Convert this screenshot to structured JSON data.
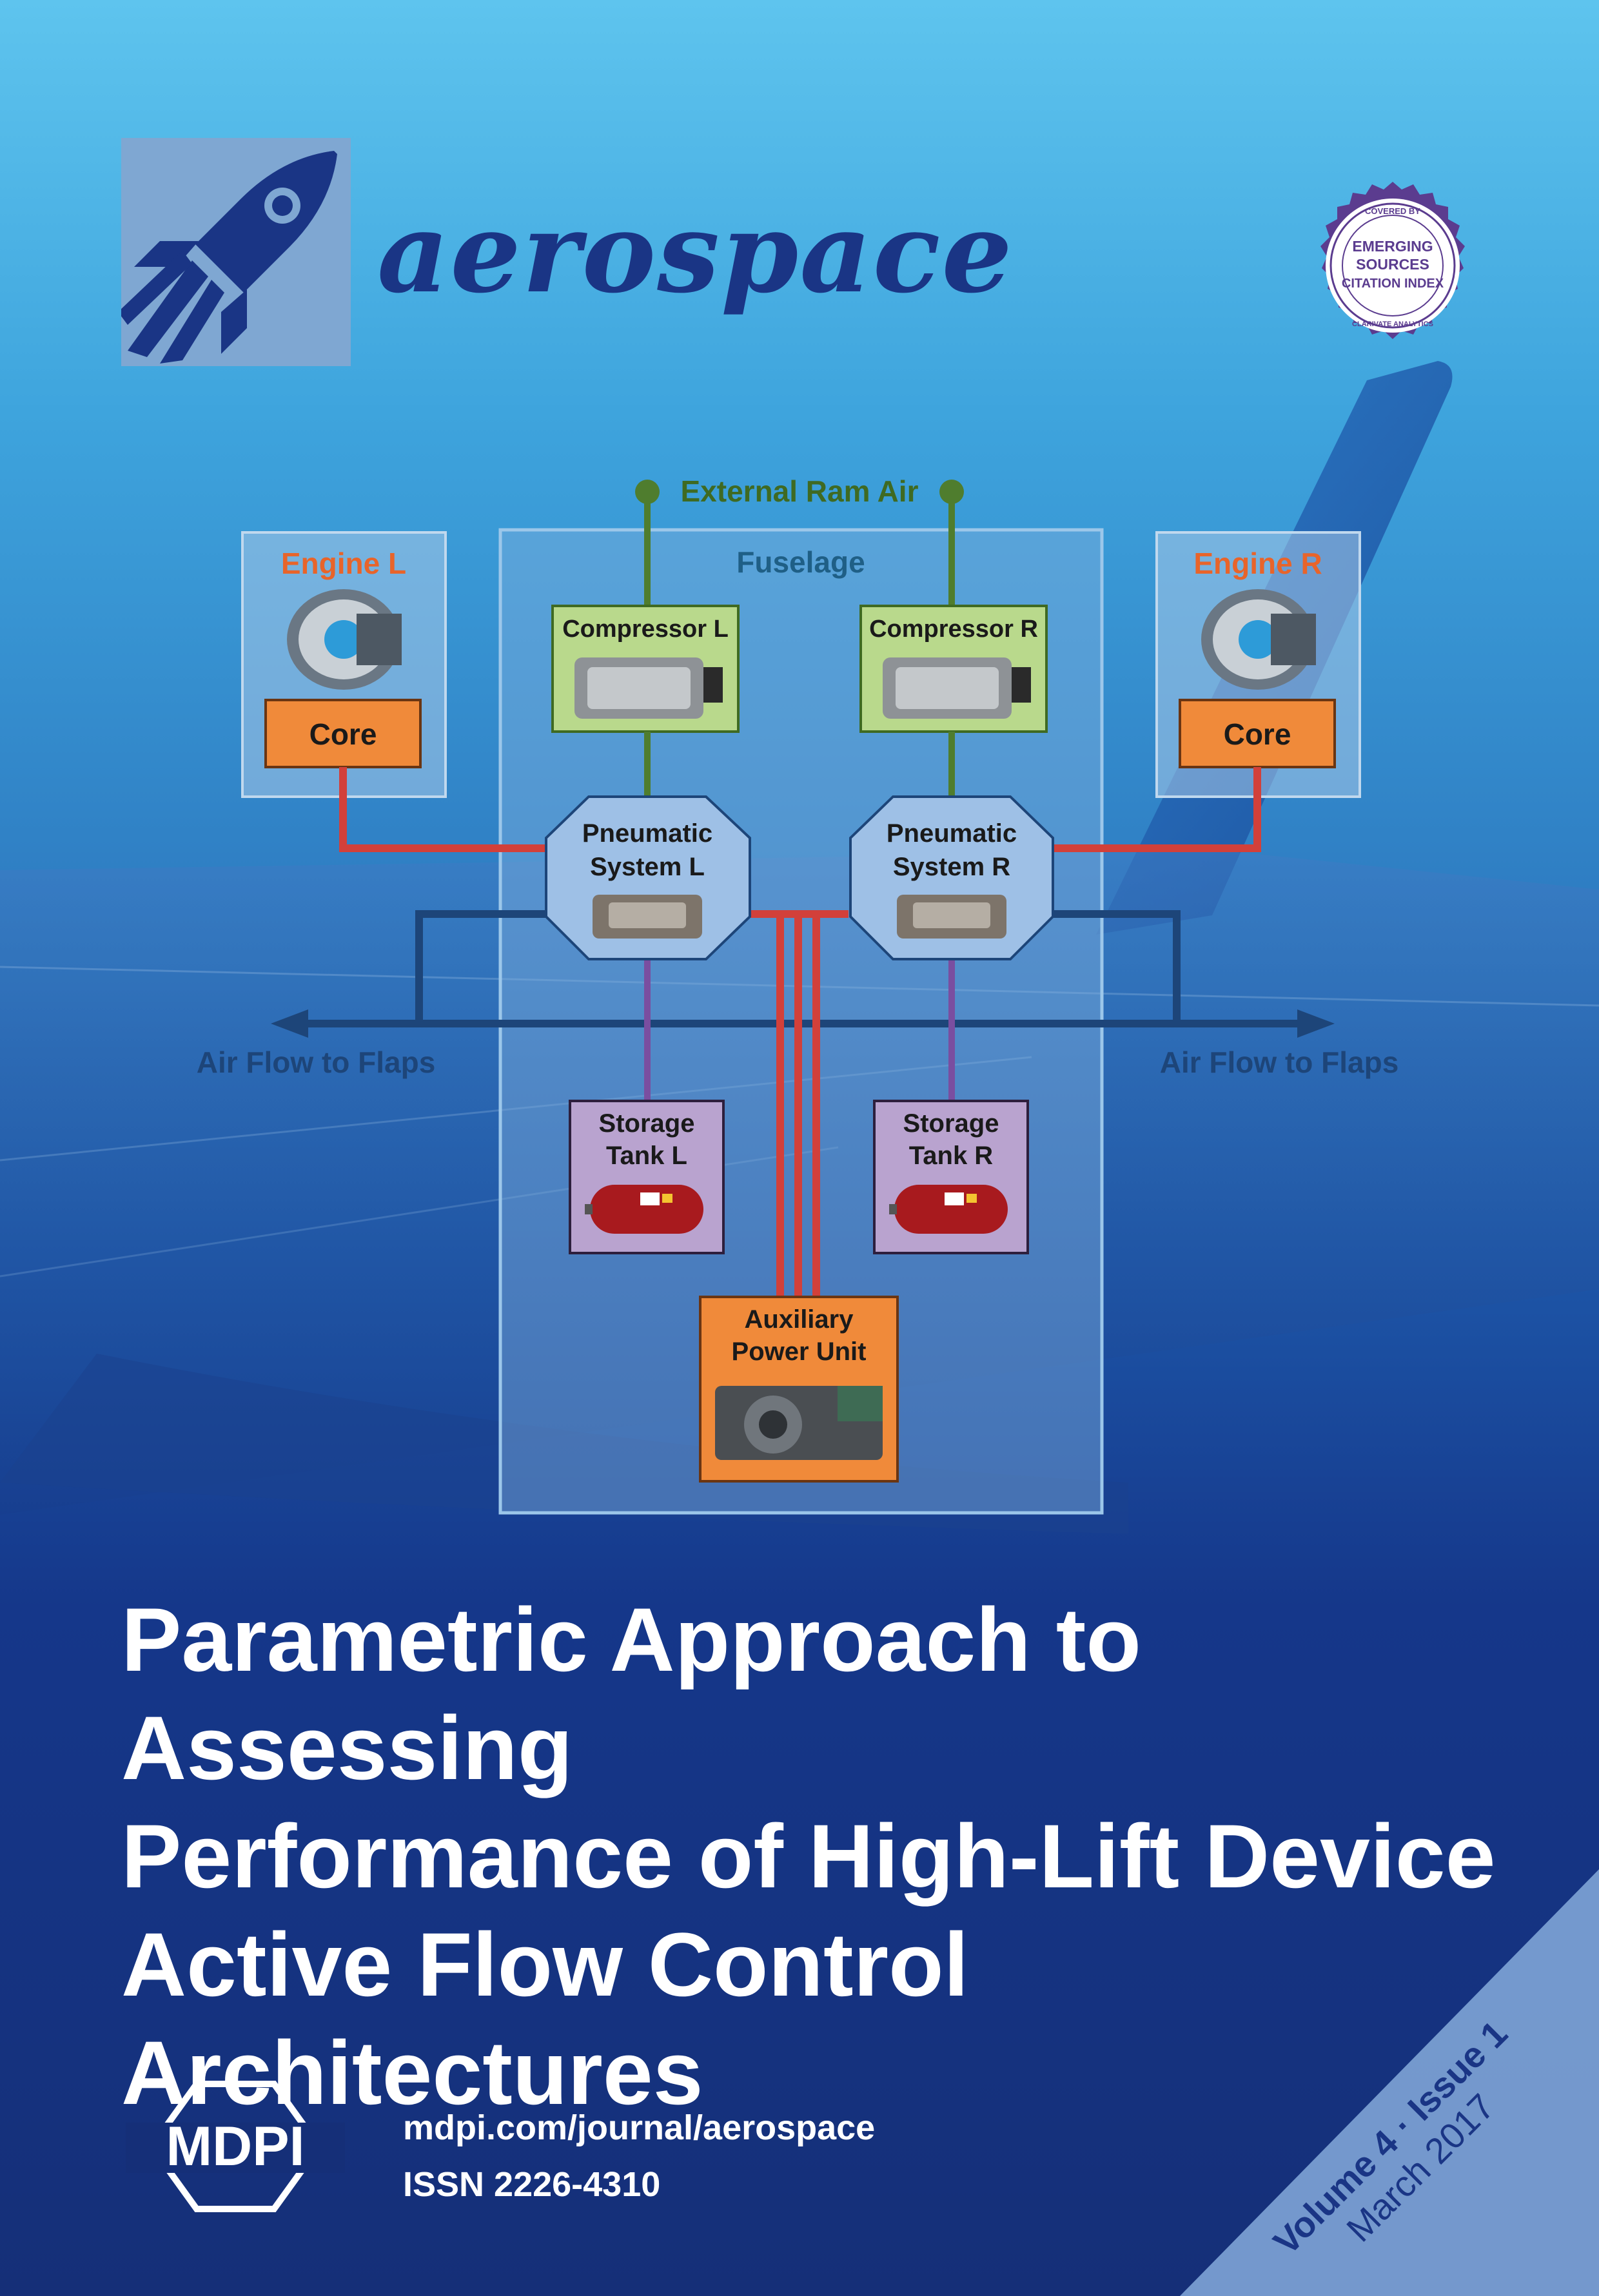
{
  "journal": {
    "name": "aerospace",
    "logo_icon": "rocket-icon",
    "brand_color": "#1a3585"
  },
  "badge": {
    "top": "COVERED BY",
    "line1": "EMERGING",
    "line2": "SOURCES",
    "line3": "CITATION INDEX",
    "bottom": "CLARIVATE ANALYTICS"
  },
  "diagram": {
    "external_air": "External Ram Air",
    "fuselage": "Fuselage",
    "engine_left": "Engine L",
    "engine_right": "Engine R",
    "core_left": "Core",
    "core_right": "Core",
    "compressor_left": "Compressor L",
    "compressor_right": "Compressor R",
    "pneumatic_left_1": "Pneumatic",
    "pneumatic_left_2": "System L",
    "pneumatic_right_1": "Pneumatic",
    "pneumatic_right_2": "System R",
    "airflow_left": "Air Flow to Flaps",
    "airflow_right": "Air Flow to Flaps",
    "storage_left_1": "Storage",
    "storage_left_2": "Tank L",
    "storage_right_1": "Storage",
    "storage_right_2": "Tank R",
    "apu_1": "Auxiliary",
    "apu_2": "Power Unit",
    "colors": {
      "engine_text": "#e8642a",
      "core_fill": "#f08a3a",
      "compressor_fill": "#b9d98c",
      "air_line": "#4f7d2e",
      "bleed_line": "#d2403a",
      "flap_line": "#1d4579",
      "storage_fill": "#b9a3cf",
      "storage_line": "#7a4ea0",
      "apu_fill": "#f08a3a",
      "pneumatic_fill": "#9ec0e6"
    }
  },
  "title": {
    "line1": "Parametric Approach to Assessing",
    "line2": "Performance of High-Lift Device",
    "line3": "Active Flow Control Architectures"
  },
  "publisher": {
    "name": "MDPI",
    "url": "mdpi.com/journal/aerospace",
    "issn": "ISSN 2226-4310"
  },
  "issue": {
    "volume_issue": "Volume 4 · Issue 1",
    "date": "March 2017"
  }
}
